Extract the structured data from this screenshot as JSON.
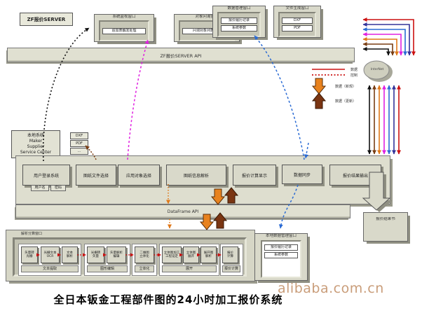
{
  "title_caption": "全日本钣金工程部件图的24小时加工报价系统",
  "watermark": "alibaba.com.cn",
  "server_label": "ZF报价SERVER",
  "server_api_bar": "ZF报价SERVER API",
  "dataframe_bar": "DataFrame API",
  "internet_label": "InterNet",
  "top_windows": [
    {
      "title": "系统监视窗口",
      "items": [
        "追加表触发处理"
      ]
    },
    {
      "title": "对象问询窗口",
      "items": [
        "问询对象列表生成"
      ]
    },
    {
      "title": "数据管理窗口",
      "items": [
        "报价履历记录",
        "系统参数"
      ]
    },
    {
      "title": "文件生成窗口",
      "items": [
        "DXF",
        "PDF"
      ]
    }
  ],
  "local_system": {
    "lines": [
      "本地系统",
      "Maker",
      "Supplier",
      "Service Center"
    ]
  },
  "file_stack": [
    "DXF",
    "PDF",
    "…"
  ],
  "band_boxes": [
    "用户登录系统",
    "图纸文件选择",
    "应用对象选择",
    "图纸信息解析",
    "报价计算显示",
    "数据同步",
    "报价结果输出"
  ],
  "login_tabs": [
    "用户名",
    "密码"
  ],
  "analysis_window": {
    "title": "解析分算窗口",
    "groups": [
      {
        "label": "文本提取",
        "steps": [
          [
            "矢量转",
            "光栅"
          ],
          [
            "光栅文本",
            "OCR"
          ],
          [
            "文本",
            "解析"
          ]
        ]
      },
      {
        "label": "图形编辑",
        "steps": [
          [
            "光栅转",
            "矢量"
          ],
          [
            "矢量解析",
            "编辑"
          ]
        ]
      },
      {
        "label": "立体化",
        "steps": [
          [
            "二维图",
            "立体化"
          ]
        ]
      },
      {
        "label": "展开",
        "steps": [
          [
            "立体图加工",
            "工程设定"
          ],
          [
            "立体图",
            "展开"
          ],
          [
            "展开图",
            "解析"
          ]
        ]
      },
      {
        "label": "报价计算",
        "steps": [
          [
            "报价",
            "计算"
          ]
        ]
      }
    ]
  },
  "local_db_window": {
    "title": "本地数据管理窗口",
    "items": [
      "报价履历记录",
      "系统参数"
    ]
  },
  "result_box": "报价结果书",
  "legend": {
    "solid_line_label": "数据",
    "dotted_line_label": "控制",
    "down_arrow_label": "数据（新规）",
    "up_arrow_label": "数据（更新）"
  },
  "colors": {
    "box_face": "#d9d9ca",
    "box_shadow": "#8f8f82",
    "red": "#cc1111",
    "navy": "#333399",
    "blue": "#2b6bd4",
    "magenta": "#e020e0",
    "orange": "#e07818",
    "brown": "#7a3d12",
    "black": "#111111",
    "watermark": "#c4936c"
  }
}
